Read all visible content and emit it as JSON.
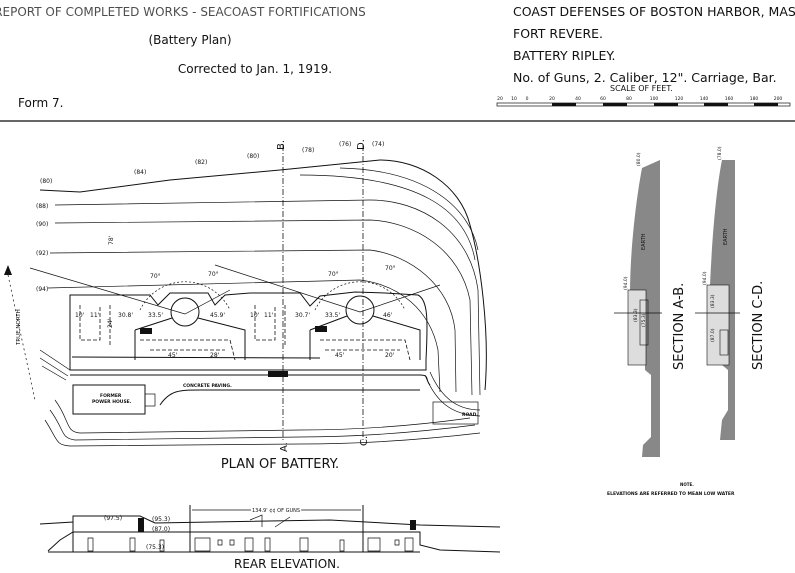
{
  "header": {
    "report_title": "REPORT OF COMPLETED WORKS - SEACOAST FORTIFICATIONS",
    "subtitle": "(Battery Plan)",
    "corrected": "Corrected to Jan. 1, 1919.",
    "form": "Form 7.",
    "defenses": "COAST DEFENSES OF BOSTON HARBOR, MASS.",
    "fort": "FORT REVERE.",
    "battery": "BATTERY RIPLEY.",
    "armament": "No. of Guns, 2. Caliber, 12\". Carriage, Bar."
  },
  "scale": {
    "title": "SCALE OF FEET.",
    "ticks": [
      "20",
      "10",
      "0",
      "20",
      "40",
      "60",
      "80",
      "100",
      "120",
      "140",
      "160",
      "180",
      "200"
    ]
  },
  "plan": {
    "title": "PLAN OF BATTERY.",
    "north": "TRUE NORTH",
    "contours_top": [
      "(80)",
      "(84)",
      "(82)",
      "(80)",
      "(78)",
      "(76)",
      "(74)"
    ],
    "contours_left": [
      "(88)",
      "(90)",
      "(92)",
      "(94)"
    ],
    "section_marks": {
      "b": "B.",
      "d": "D.",
      "a": "A.",
      "c": "C."
    },
    "angles": [
      "70°",
      "70°",
      "70°",
      "70°"
    ],
    "dims_left": [
      "10'",
      "11'",
      "30.8'",
      "33.5'",
      "45.9'",
      "45'",
      "28'",
      "24'"
    ],
    "dims_right": [
      "10'",
      "11'",
      "30.7'",
      "33.5'",
      "46'",
      "45'",
      "20'"
    ],
    "depth": "78'",
    "concrete": "CONCRETE PAVING.",
    "power_house": [
      "FORMER",
      "POWER HOUSE."
    ],
    "road": "ROAD."
  },
  "sections": {
    "ab": {
      "title": "SECTION A-B.",
      "earth": "EARTH",
      "elevs": [
        "(80.0)",
        "(94.0)",
        "(83.3)",
        "(75.3)"
      ]
    },
    "cd": {
      "title": "SECTION C-D.",
      "earth": "EARTH",
      "elevs": [
        "(78.0)",
        "(94.0)",
        "(83.3)",
        "(87.0)"
      ]
    }
  },
  "note": {
    "title": "NOTE.",
    "text": "ELEVATIONS ARE REFERRED TO MEAN LOW WATER"
  },
  "elevation": {
    "title": "REAR ELEVATION.",
    "guns": "134.9' ¢¢ OF GUNS",
    "elevs": [
      "(97.5)",
      "(95.3)",
      "(87.0)",
      "(75.3)"
    ]
  }
}
